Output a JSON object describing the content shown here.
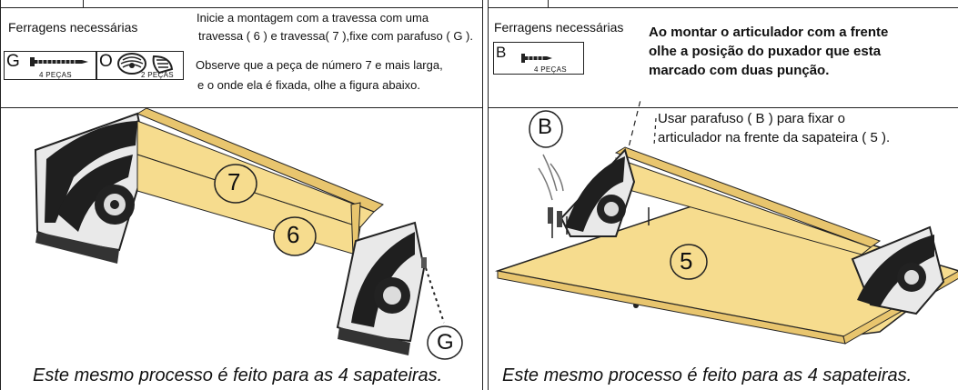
{
  "left_panel": {
    "hardware_title": "Ferragens necessárias",
    "hardware": [
      {
        "letter": "G",
        "icon": "screw-icon",
        "count": "4 PEÇAS"
      },
      {
        "letter": "O",
        "icon": "cam-lock-icon",
        "count": "2 PEÇAS"
      }
    ],
    "instructions": [
      "Inicie a montagem com a travessa com  uma",
      "travessa ( 6 ) e travessa( 7 ),fixe com parafuso ( G ).",
      "Observe que a peça  de número 7 e mais larga,",
      "e o onde ela é fixada, olhe a figura abaixo."
    ],
    "labels": {
      "part_7": "7",
      "part_6": "6",
      "screw_g": "G"
    },
    "footer": "Este mesmo processo é feito para as 4 sapateiras."
  },
  "right_panel": {
    "hardware_title": "Ferragens necessárias",
    "hardware": [
      {
        "letter": "B",
        "icon": "screw-icon",
        "count": "4 PEÇAS"
      }
    ],
    "bold_note": [
      "Ao montar o articulador com a frente",
      "olhe a posição do puxador que esta",
      "marcado com duas punção."
    ],
    "screw_note": [
      "Usar parafuso ( B ) para fixar o",
      "articulador na frente da sapateira ( 5 )."
    ],
    "labels": {
      "screw_b": "B",
      "part_5": "5"
    },
    "footer": "Este mesmo processo é feito para as 4 sapateiras."
  },
  "colors": {
    "wood": "#f6dc8e",
    "wood_shade": "#e8c56e",
    "metal_dark": "#222222",
    "metal_light": "#d8d8d8"
  }
}
